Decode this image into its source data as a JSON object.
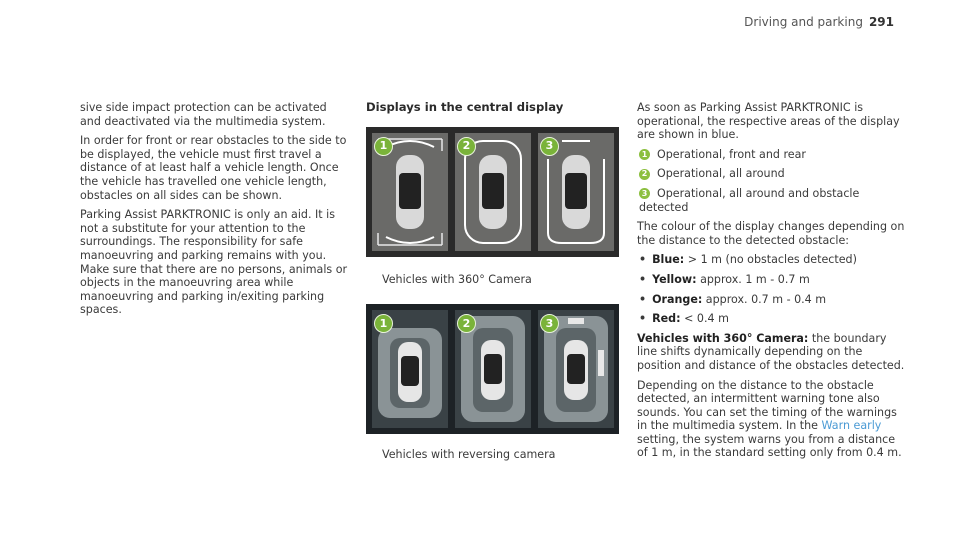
{
  "header": {
    "section": "Driving and parking",
    "page": "291"
  },
  "col1": {
    "p1": "sive side impact protection can be activated and deactivated via the multimedia system.",
    "p2": "In order for front or rear obstacles to the side to be displayed, the vehicle must first travel a distance of at least half a vehicle length. Once the vehicle has travelled one vehicle length, obstacles on all sides can be shown.",
    "p3": "Parking Assist PARKTRONIC is only an aid. It is not a substitute for your attention to the surroundings. The responsibility for safe manoeuvring and parking remains with you. Make sure that there are no persons, animals or objects in the manoeuvring area while manoeuvring and parking in/exiting parking spaces."
  },
  "col2": {
    "heading": "Displays in the central display",
    "caption1": "Vehicles with 360° Camera",
    "caption2": "Vehicles with reversing camera",
    "badges": [
      "1",
      "2",
      "3"
    ]
  },
  "col3": {
    "intro": "As soon as Parking Assist PARKTRONIC is operational, the respective areas of the display are shown in blue.",
    "items": [
      {
        "num": "1",
        "text": "Operational, front and rear"
      },
      {
        "num": "2",
        "text": "Operational, all around"
      },
      {
        "num": "3",
        "text": "Operational, all around and obstacle detected"
      }
    ],
    "colour_intro": "The colour of the display changes depending on the distance to the detected obstacle:",
    "bullets": [
      {
        "label": "Blue:",
        "text": " > 1 m (no obstacles detected)"
      },
      {
        "label": "Yellow:",
        "text": " approx. 1 m - 0.7 m"
      },
      {
        "label": "Orange:",
        "text": " approx. 0.7 m - 0.4 m"
      },
      {
        "label": "Red:",
        "text": " < 0.4 m"
      }
    ],
    "camera_label": "Vehicles with 360° Camera:",
    "camera_text": " the boundary line shifts dynamically depending on the position and distance of the obstacles detected.",
    "warn_pre": "Depending on the distance to the obstacle detected, an intermittent warning tone also sounds. You can set the timing of the warnings in the multimedia system. In the ",
    "warn_link": "Warn early",
    "warn_post": " setting, the system warns you from a distance of 1 m, in the standard setting only from 0.4 m."
  }
}
